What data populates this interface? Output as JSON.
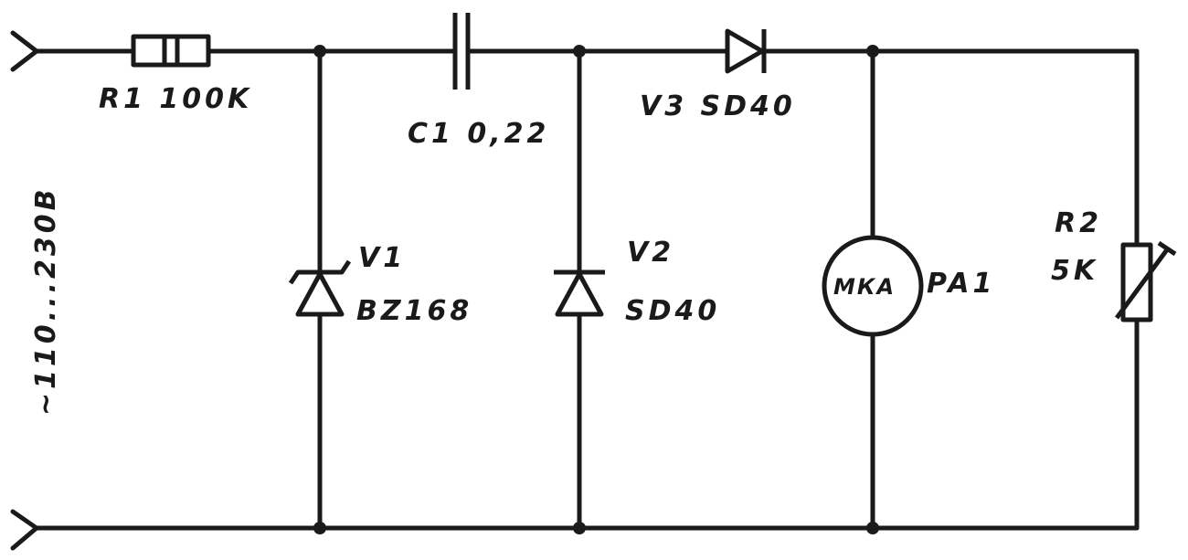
{
  "labels": {
    "r1": "R1 100K",
    "c1": "C1 0,22",
    "v3": "V3 SD40",
    "v1_name": "V1",
    "v1_type": "BZ168",
    "v2_name": "V2",
    "v2_type": "SD40",
    "meter_unit": "МКА",
    "pa1": "PA1",
    "r2_name": "R2",
    "r2_value": "5K",
    "supply": "~110...230B"
  }
}
